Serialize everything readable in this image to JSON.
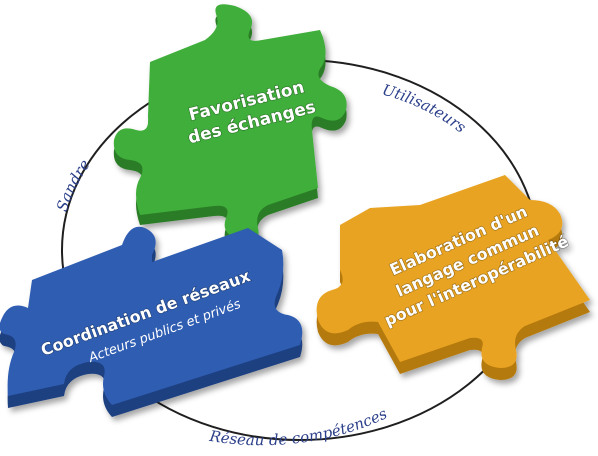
{
  "colors": {
    "ring": "#1f1f1f",
    "ring_label": "#2b3f8a",
    "green": "#3fae3a",
    "green_side": "#2a7d26",
    "blue": "#2f5db2",
    "blue_side": "#1f3f80",
    "orange": "#e9a320",
    "orange_side": "#b57a10"
  },
  "ring_labels": {
    "top_right": "Utilisateurs",
    "left": "Sandre",
    "bottom": "Réseau de compétences"
  },
  "pieces": {
    "green": {
      "line1": "Favorisation",
      "line2": "des échanges"
    },
    "blue": {
      "line1": "Coordination de réseaux",
      "subtitle": "Acteurs publics et privés"
    },
    "orange": {
      "line1": "Elaboration d'un",
      "line2": "langage commun",
      "line3": "pour l'interopérabilité"
    }
  }
}
